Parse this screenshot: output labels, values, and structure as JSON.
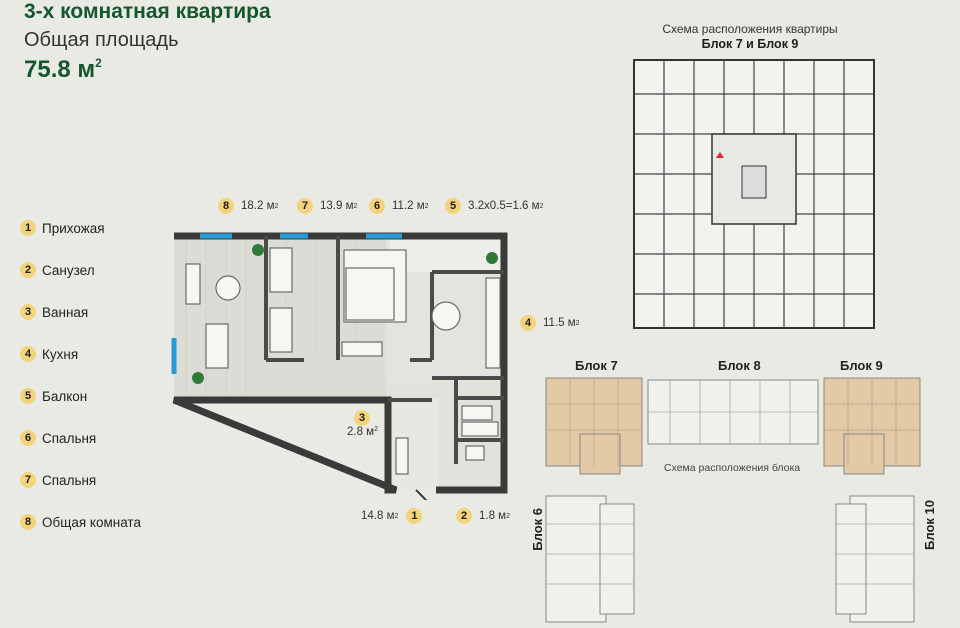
{
  "header": {
    "title": "3-х комнатная квартира",
    "subtitle": "Общая площадь",
    "area_value": "75.8 м",
    "area_sup": "2"
  },
  "legend": [
    {
      "num": "1",
      "label": "Прихожая"
    },
    {
      "num": "2",
      "label": "Санузел"
    },
    {
      "num": "3",
      "label": "Ванная"
    },
    {
      "num": "4",
      "label": "Кухня"
    },
    {
      "num": "5",
      "label": "Балкон"
    },
    {
      "num": "6",
      "label": "Спальня"
    },
    {
      "num": "7",
      "label": "Спальня"
    },
    {
      "num": "8",
      "label": "Общая комната"
    }
  ],
  "plan_tags": {
    "r8": {
      "num": "8",
      "value": "18.2 м",
      "sup": "2"
    },
    "r7": {
      "num": "7",
      "value": "13.9 м",
      "sup": "2"
    },
    "r6": {
      "num": "6",
      "value": "11.2 м",
      "sup": "2"
    },
    "r5": {
      "num": "5",
      "value": "3.2х0.5=1.6 м",
      "sup": "2"
    },
    "r4": {
      "num": "4",
      "value": "11.5 м",
      "sup": "2"
    },
    "r3": {
      "num": "3",
      "value": "2.8 м",
      "sup": "2"
    },
    "r1": {
      "num": "1",
      "value": "14.8 м",
      "sup": "2"
    },
    "r2": {
      "num": "2",
      "value": "1.8 м",
      "sup": "2"
    }
  },
  "schema": {
    "title": "Схема расположения квартиры",
    "subtitle": "Блок 7 и Блок 9",
    "blocks_caption": "Схема расположения блока",
    "block_labels": {
      "b7": "Блок 7",
      "b8": "Блок 8",
      "b9": "Блок 9",
      "b6": "Блок 6",
      "b10": "Блок 10"
    }
  },
  "colors": {
    "brand_green": "#16562d",
    "badge_yellow": "#f3d37c",
    "window_blue": "#2a9ad6",
    "highlight_block": "#e4c9a6",
    "marker_red": "#d9262b"
  }
}
